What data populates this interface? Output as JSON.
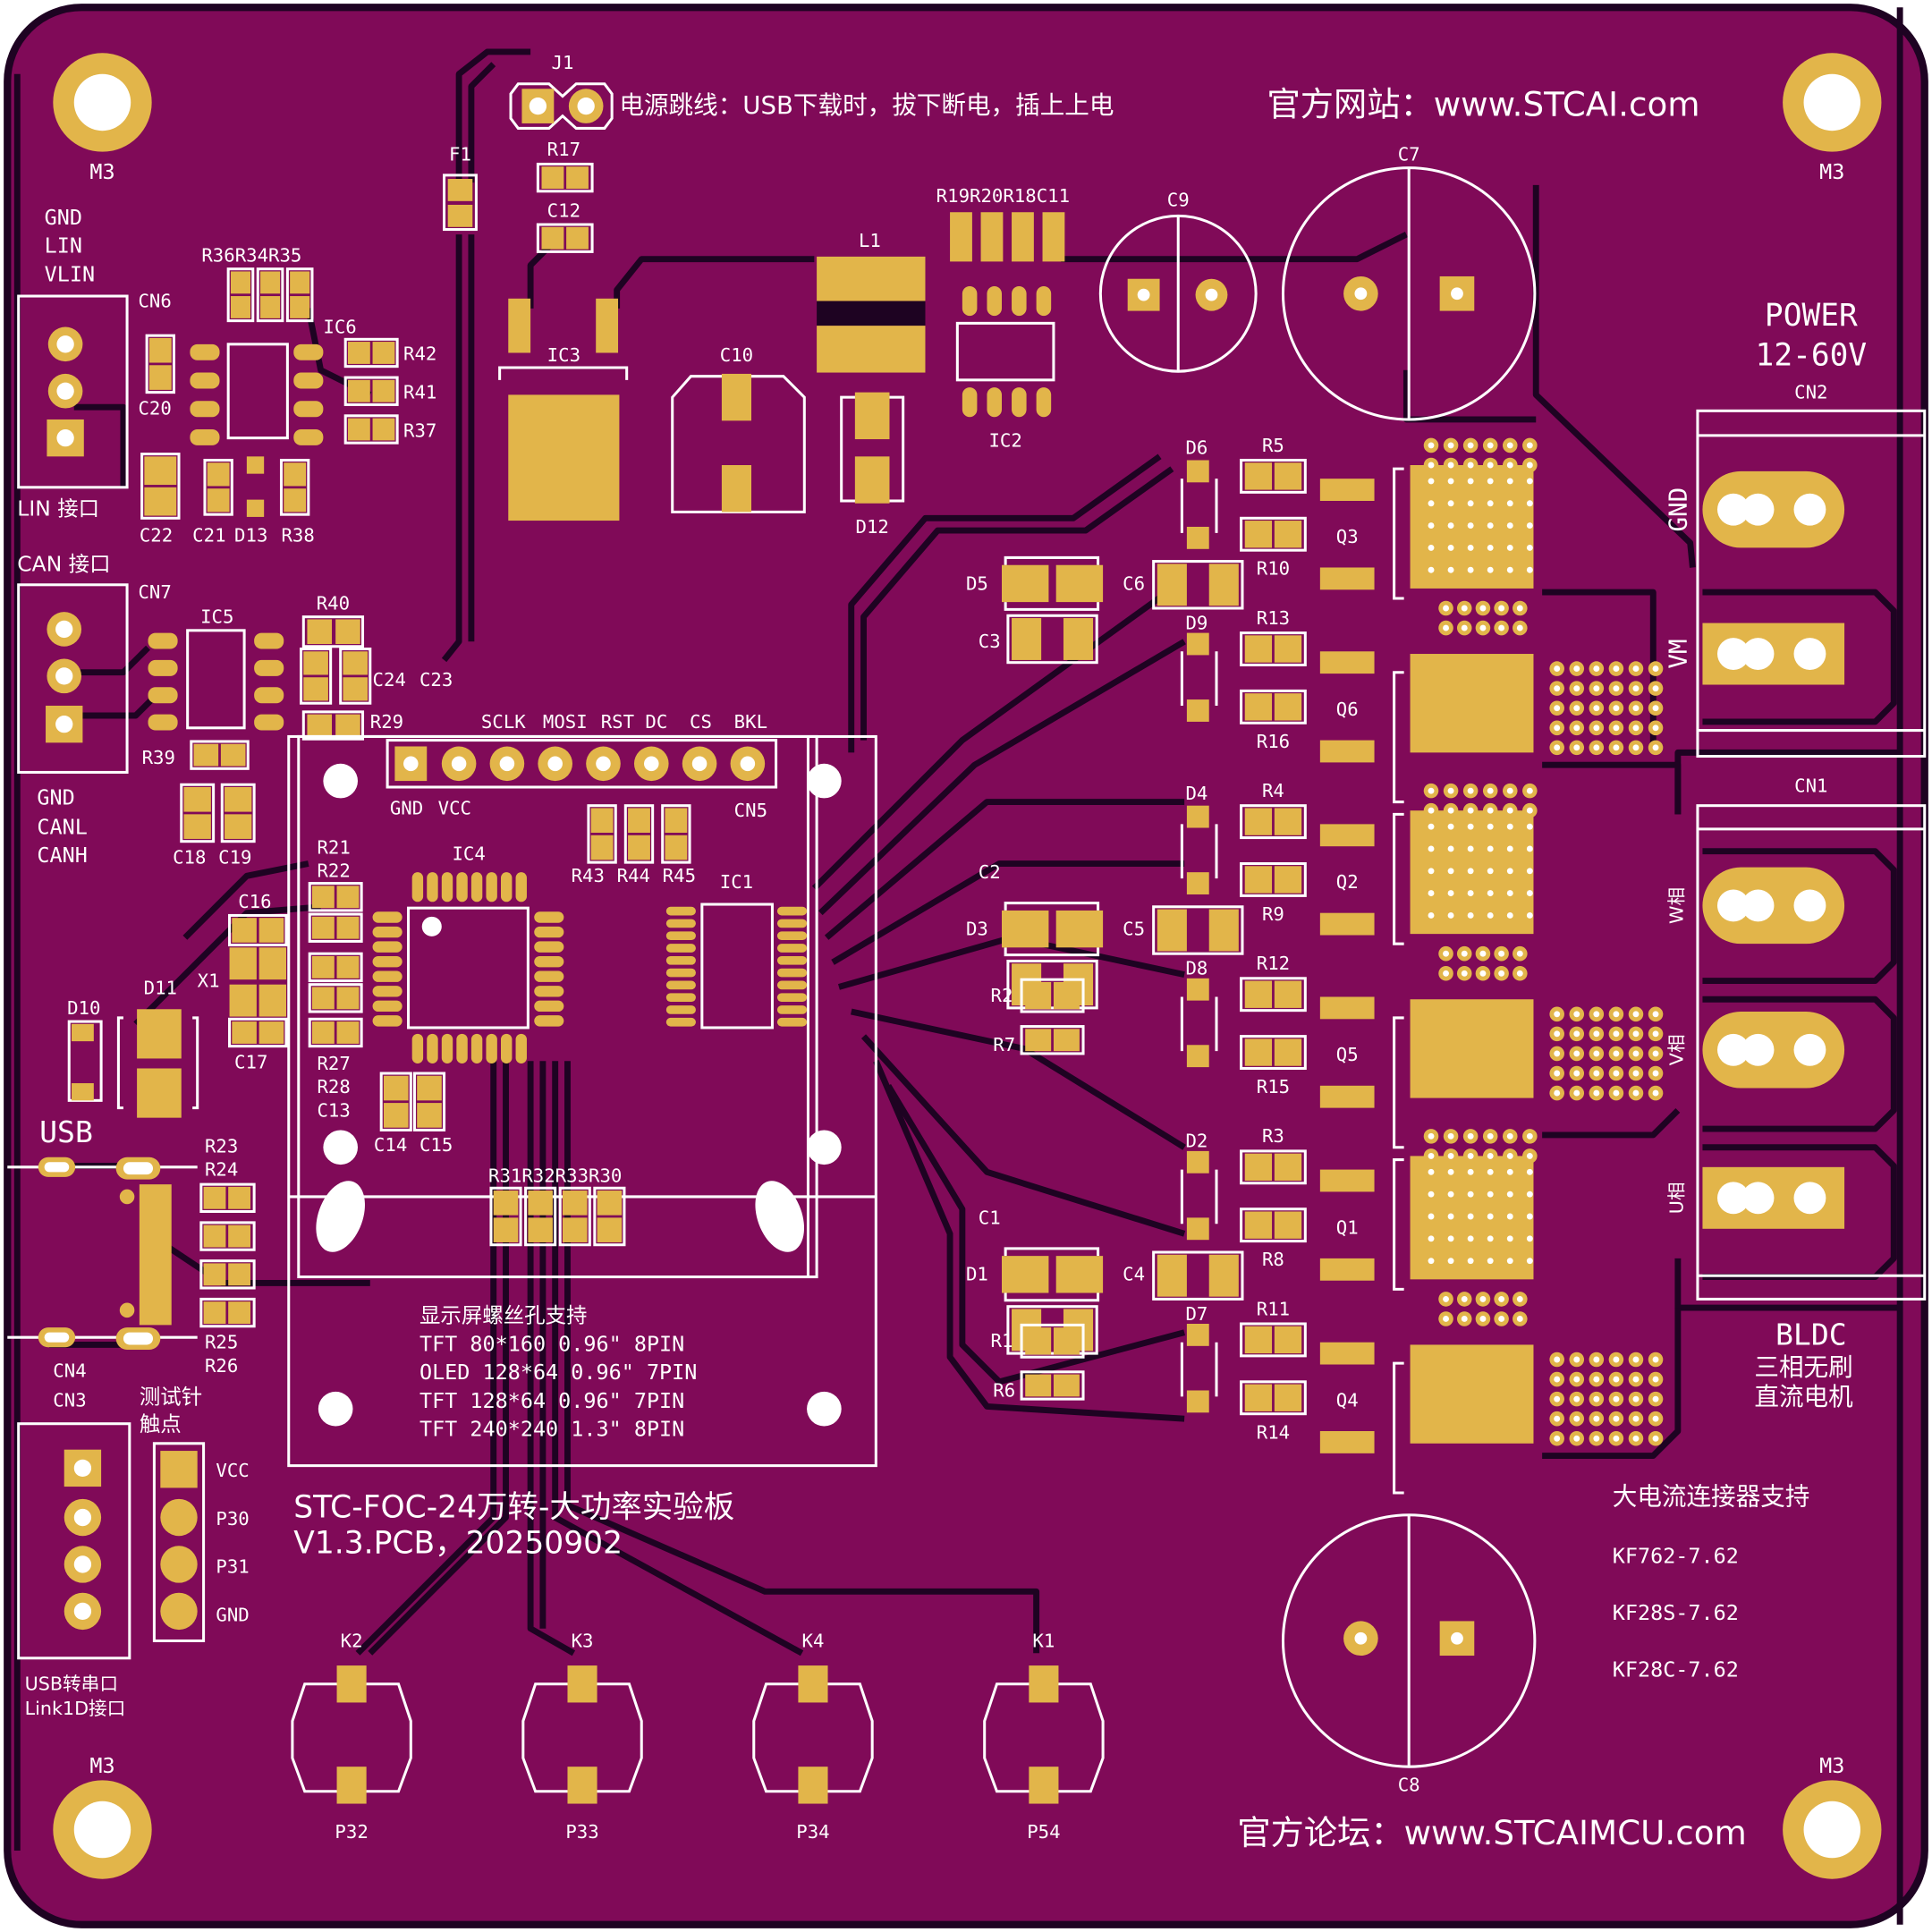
{
  "board": {
    "colors": {
      "substrate": "#800A58",
      "pad": "#E2B54A",
      "clearance": "#1E0322",
      "silkscreen": "#FFFFFF"
    },
    "jumper_note": "电源跳线：USB下载时，拔下断电，插上上电",
    "website": "官方网站：www.STCAI.com",
    "forum": "官方论坛：www.STCAIMCU.com",
    "title": "STC-FOC-24万转-大功率实验板",
    "version": "V1.3.PCB，20250902",
    "power_label": "POWER",
    "power_range": "12-60V",
    "motor_label": "BLDC",
    "motor_desc_1": "三相无刷",
    "motor_desc_2": "直流电机",
    "connector_note": "大电流连接器支持",
    "connector_models": [
      "KF762-7.62",
      "KF28S-7.62",
      "KF28C-7.62"
    ],
    "display_note": "显示屏螺丝孔支持",
    "display_models": [
      "TFT 80*160 0.96\" 8PIN",
      "OLED 128*64 0.96\" 7PIN",
      "TFT 128*64 0.96\" 7PIN",
      "TFT 240*240 1.3\" 8PIN"
    ],
    "mount_holes": [
      "M3",
      "M3",
      "M3",
      "M3"
    ]
  },
  "lin": {
    "pins": [
      "GND",
      "LIN",
      "VLIN"
    ],
    "label": "LIN 接口",
    "ref": "CN6"
  },
  "can": {
    "pins": [
      "GND",
      "CANL",
      "CANH"
    ],
    "label": "CAN 接口",
    "ref": "CN7"
  },
  "usb": {
    "label": "USB",
    "ref": "CN4"
  },
  "uart": {
    "ref": "CN3",
    "label_1": "USB转串口",
    "label_2": "Link1D接口"
  },
  "testpoints": {
    "label_1": "测试针",
    "label_2": "触点",
    "pins": [
      "VCC",
      "P30",
      "P31",
      "GND"
    ]
  },
  "lcd_header": {
    "ref": "CN5",
    "pins_top": [
      "SCLK",
      "MOSI",
      "RST",
      "DC",
      "CS",
      "BKL"
    ],
    "pins_bottom": [
      "GND",
      "VCC"
    ]
  },
  "power_conn": {
    "ref": "CN2",
    "pins": [
      "GND",
      "VM"
    ]
  },
  "motor_conn": {
    "ref": "CN1",
    "pins": [
      "W相",
      "V相",
      "U相"
    ]
  },
  "buttons": [
    {
      "ref": "K2",
      "net": "P32"
    },
    {
      "ref": "K3",
      "net": "P33"
    },
    {
      "ref": "K4",
      "net": "P34"
    },
    {
      "ref": "K1",
      "net": "P54"
    }
  ],
  "refs": {
    "J1": "J1",
    "F1": "F1",
    "R17": "R17",
    "C12": "C12",
    "IC3": "IC3",
    "C10": "C10",
    "L1": "L1",
    "D12": "D12",
    "IC2": "IC2",
    "R19R20R18C11": "R19R20R18C11",
    "C9": "C9",
    "C7": "C7",
    "C8": "C8",
    "R36R34R35": "R36R34R35",
    "IC6": "IC6",
    "R42": "R42",
    "R41": "R41",
    "R37": "R37",
    "C20": "C20",
    "C22": "C22",
    "C21": "C21",
    "D13": "D13",
    "R38": "R38",
    "IC5": "IC5",
    "R40": "R40",
    "C24": "C24",
    "C23": "C23",
    "R29": "R29",
    "R39": "R39",
    "C18": "C18",
    "C19": "C19",
    "C16": "C16",
    "C17": "C17",
    "X1": "X1",
    "D10": "D10",
    "D11": "D11",
    "R21": "R21",
    "R22": "R22",
    "R27": "R27",
    "R28": "R28",
    "C13": "C13",
    "C14": "C14",
    "C15": "C15",
    "IC4": "IC4",
    "IC1": "IC1",
    "R43": "R43",
    "R44": "R44",
    "R45": "R45",
    "R31R32R33R30": "R31R32R33R30",
    "R23": "R23",
    "R24": "R24",
    "R25": "R25",
    "R26": "R26",
    "D6": "D6",
    "R5": "R5",
    "Q3": "Q3",
    "R10": "R10",
    "D5": "D5",
    "C6": "C6",
    "C3": "C3",
    "D9": "D9",
    "R13": "R13",
    "Q6": "Q6",
    "R16": "R16",
    "D4": "D4",
    "R4": "R4",
    "Q2": "Q2",
    "R9": "R9",
    "C2": "C2",
    "D3": "D3",
    "C5": "C5",
    "D8": "D8",
    "R12": "R12",
    "Q5": "Q5",
    "R15": "R15",
    "R2": "R2",
    "R7": "R7",
    "D2": "D2",
    "R3": "R3",
    "Q1": "Q1",
    "R8": "R8",
    "C1": "C1",
    "D1": "D1",
    "C4": "C4",
    "D7": "D7",
    "R11": "R11",
    "Q4": "Q4",
    "R14": "R14",
    "R1": "R1",
    "R6": "R6"
  }
}
